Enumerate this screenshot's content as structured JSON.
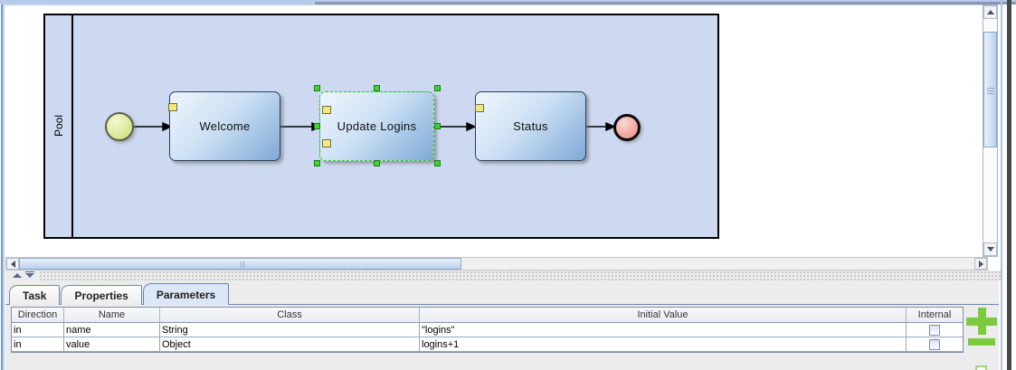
{
  "diagram": {
    "pool_label": "Pool",
    "nodes": [
      {
        "type": "start-event"
      },
      {
        "type": "task",
        "label": "Welcome"
      },
      {
        "type": "task",
        "label": "Update Logins",
        "selected": true
      },
      {
        "type": "task",
        "label": "Status"
      },
      {
        "type": "end-event"
      }
    ],
    "connections": [
      "start-event -> Welcome",
      "Welcome -> Update Logins",
      "Update Logins -> Status",
      "Status -> end-event"
    ]
  },
  "panel": {
    "tabs": [
      {
        "label": "Task",
        "selected": false
      },
      {
        "label": "Properties",
        "selected": false
      },
      {
        "label": "Parameters",
        "selected": true
      }
    ],
    "table": {
      "columns": [
        "Direction",
        "Name",
        "Class",
        "Initial Value",
        "Internal"
      ],
      "rows": [
        {
          "direction": "in",
          "name": "name",
          "class": "String",
          "initial_value": "\"logins\"",
          "internal_checked": false
        },
        {
          "direction": "in",
          "name": "value",
          "class": "Object",
          "initial_value": "logins+1",
          "internal_checked": false
        }
      ]
    }
  },
  "colors": {
    "pool_fill": "#ccd9f0",
    "task_gradient_start": "#eff6fd",
    "task_gradient_end": "#7fa9d8",
    "start_event_fill": "#dcea9d",
    "end_event_fill": "#f2aba3",
    "selection_green": "#2ec82e",
    "handle_green": "#3fd42f",
    "param_yellow": "#f2e97e",
    "action_green": "#7ccb3f",
    "selected_tab_fill": "#dbe6f6"
  }
}
